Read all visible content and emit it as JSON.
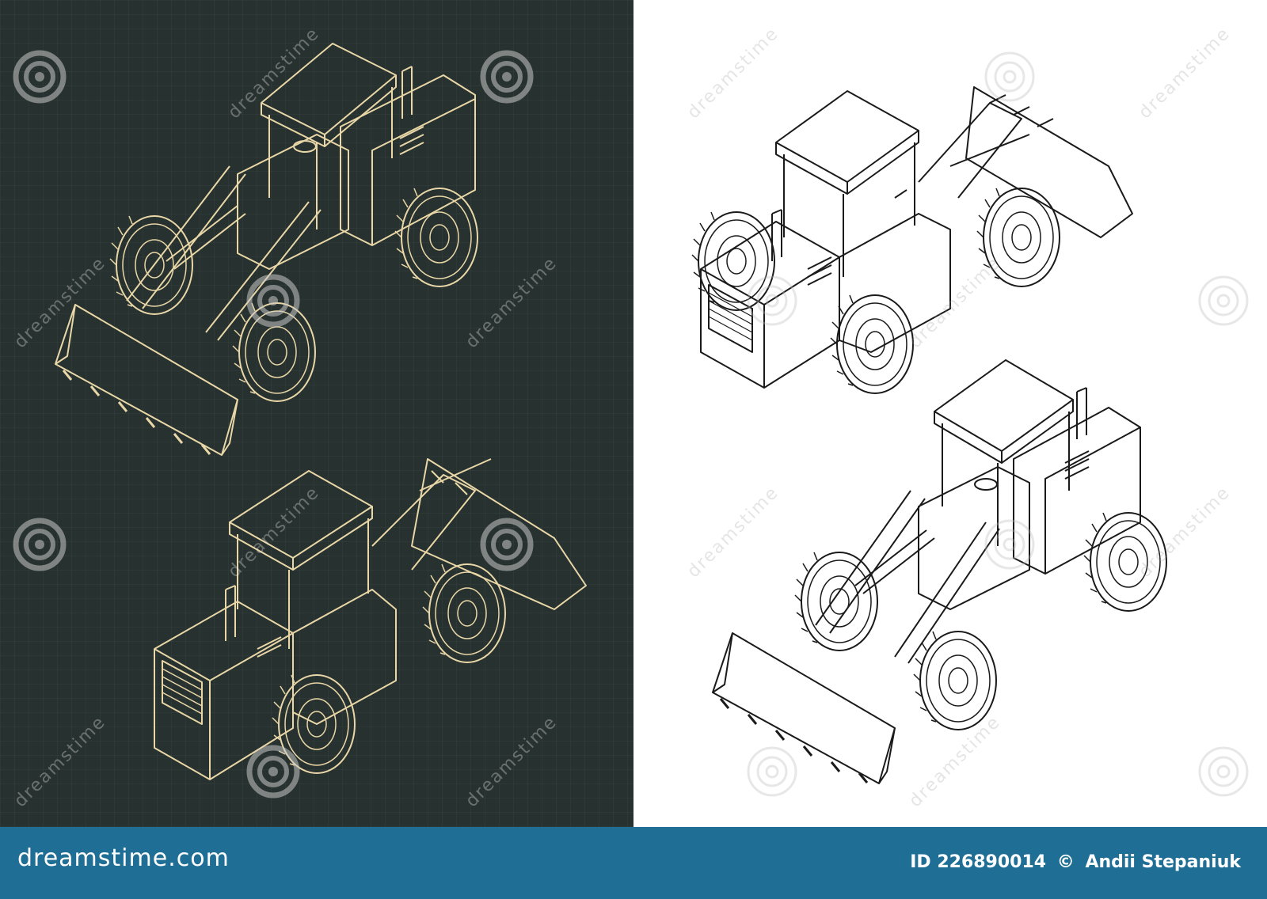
{
  "colors": {
    "dark_bg": "#27312f",
    "grid": "#34403e",
    "blueprint_line": "#e9d7a7",
    "light_line": "#1a1a1a",
    "footer_bg": "#1f6e96",
    "footer_text": "#ffffff"
  },
  "watermark": {
    "text": "dreamstime"
  },
  "footer": {
    "brand": "dreamstime.com",
    "image_id": "ID 226890014",
    "copyright": "©",
    "author": "Andii Stepaniuk"
  },
  "icons": {
    "watermark_spiral": "spiral-logo-icon"
  }
}
